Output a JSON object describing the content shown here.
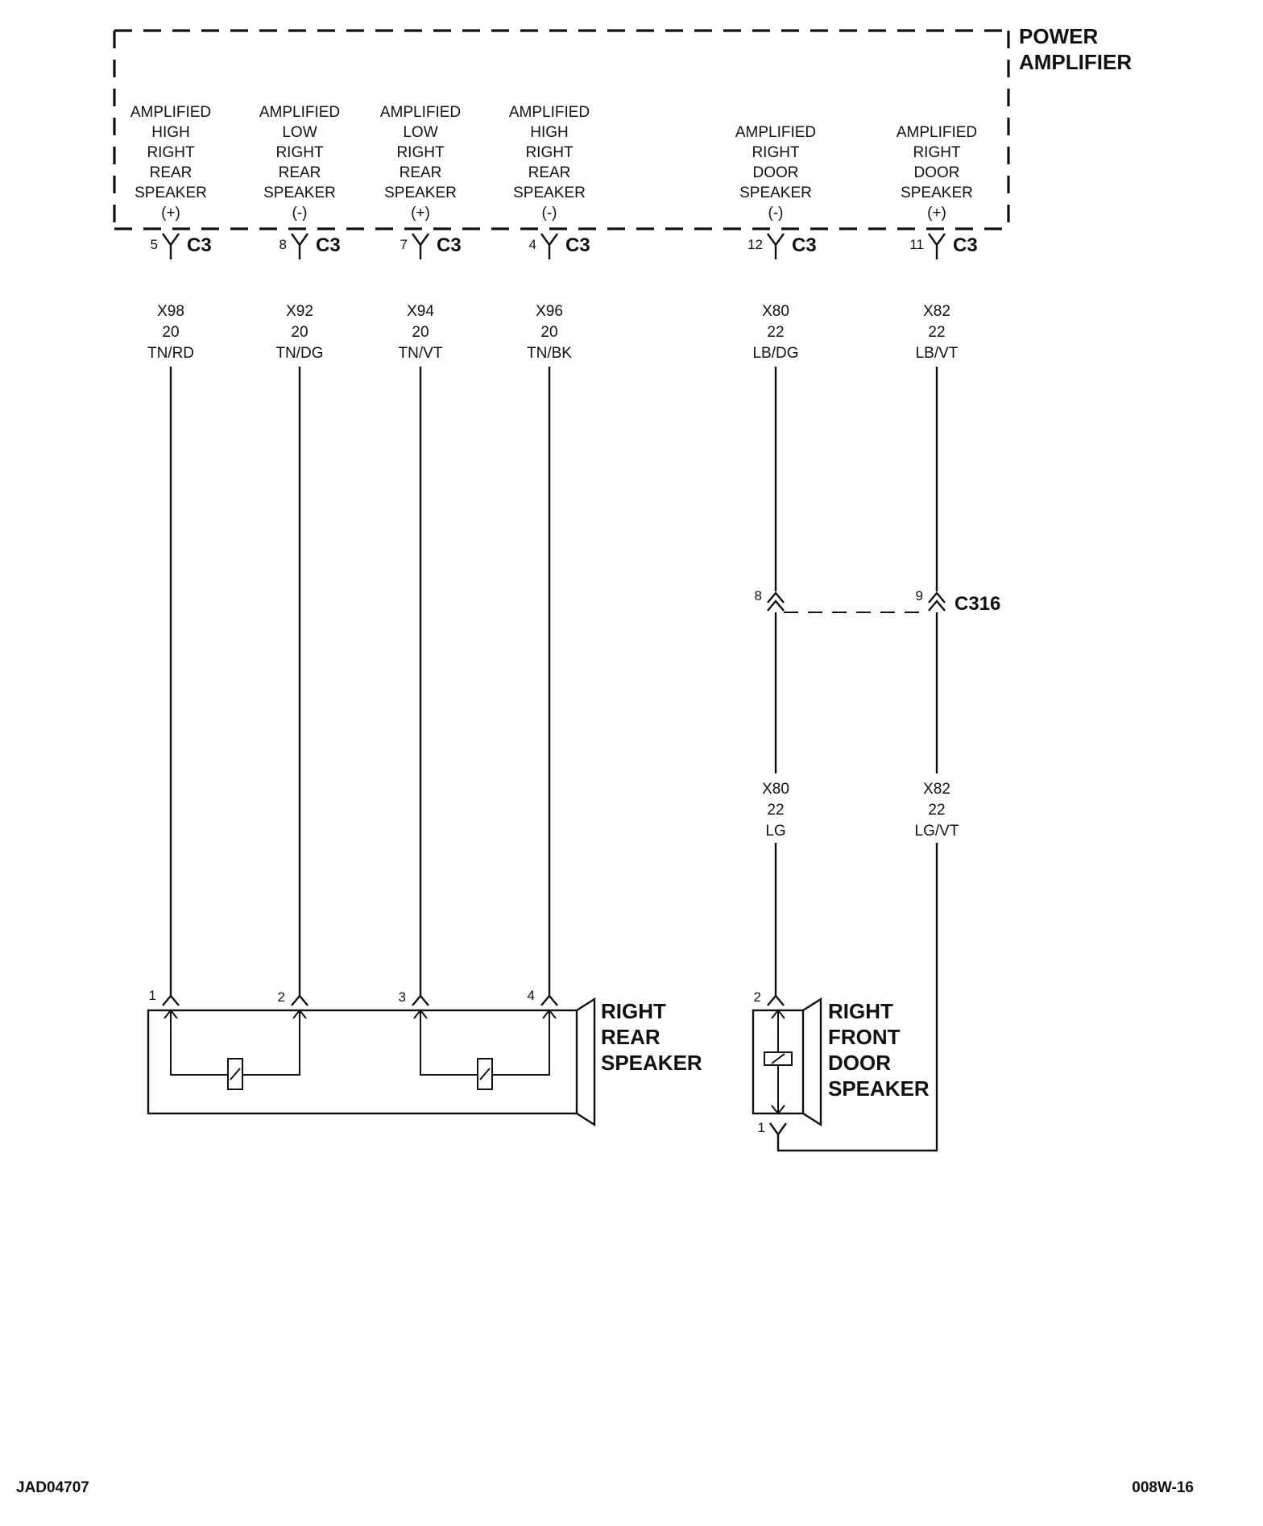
{
  "module": {
    "title_line1": "POWER",
    "title_line2": "AMPLIFIER"
  },
  "amp_pins": [
    {
      "label": [
        "AMPLIFIED",
        "HIGH",
        "RIGHT",
        "REAR",
        "SPEAKER",
        "(+)"
      ],
      "pin": "5",
      "conn": "C3",
      "wire": "X98",
      "gauge": "20",
      "color": "TN/RD"
    },
    {
      "label": [
        "AMPLIFIED",
        "LOW",
        "RIGHT",
        "REAR",
        "SPEAKER",
        "(-)"
      ],
      "pin": "8",
      "conn": "C3",
      "wire": "X92",
      "gauge": "20",
      "color": "TN/DG"
    },
    {
      "label": [
        "AMPLIFIED",
        "LOW",
        "RIGHT",
        "REAR",
        "SPEAKER",
        "(+)"
      ],
      "pin": "7",
      "conn": "C3",
      "wire": "X94",
      "gauge": "20",
      "color": "TN/VT"
    },
    {
      "label": [
        "AMPLIFIED",
        "HIGH",
        "RIGHT",
        "REAR",
        "SPEAKER",
        "(-)"
      ],
      "pin": "4",
      "conn": "C3",
      "wire": "X96",
      "gauge": "20",
      "color": "TN/BK"
    },
    {
      "label": [
        "AMPLIFIED",
        "RIGHT",
        "DOOR",
        "SPEAKER",
        "(-)"
      ],
      "pin": "12",
      "conn": "C3",
      "wire": "X80",
      "gauge": "22",
      "color": "LB/DG"
    },
    {
      "label": [
        "AMPLIFIED",
        "RIGHT",
        "DOOR",
        "SPEAKER",
        "(+)"
      ],
      "pin": "11",
      "conn": "C3",
      "wire": "X82",
      "gauge": "22",
      "color": "LB/VT"
    }
  ],
  "inline_connector": {
    "name": "C316",
    "pins": [
      "8",
      "9"
    ]
  },
  "door_wires": [
    {
      "wire": "X80",
      "gauge": "22",
      "color": "LG"
    },
    {
      "wire": "X82",
      "gauge": "22",
      "color": "LG/VT"
    }
  ],
  "rear_speaker": {
    "name": [
      "RIGHT",
      "REAR",
      "SPEAKER"
    ],
    "pins": [
      "1",
      "2",
      "3",
      "4"
    ]
  },
  "front_speaker": {
    "name": [
      "RIGHT",
      "FRONT",
      "DOOR",
      "SPEAKER"
    ],
    "pins": [
      "2",
      "1"
    ]
  },
  "footer": {
    "left": "JAD04707",
    "right": "008W-16"
  }
}
